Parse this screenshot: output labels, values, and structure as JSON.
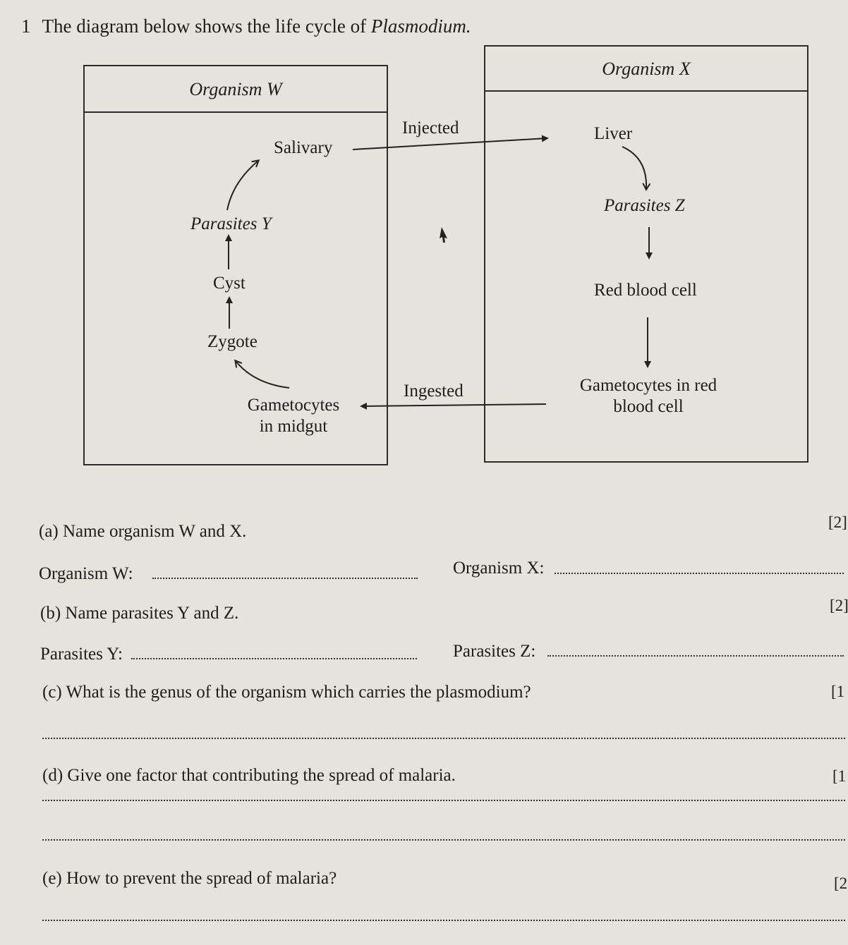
{
  "question": {
    "number": "1",
    "intro": "The diagram below shows the life cycle of",
    "organism": "Plasmodium."
  },
  "diagram": {
    "box_w": {
      "title": "Organism W",
      "salivary": "Salivary",
      "parasites_y": "Parasites Y",
      "cyst": "Cyst",
      "zygote": "Zygote",
      "gametocytes_line1": "Gametocytes",
      "gametocytes_line2": "in midgut"
    },
    "box_x": {
      "title": "Organism X",
      "liver": "Liver",
      "parasites_z": "Parasites Z",
      "red_blood_cell": "Red blood cell",
      "gametocytes_line1": "Gametocytes in red",
      "gametocytes_line2": "blood cell"
    },
    "injected": "Injected",
    "ingested": "Ingested"
  },
  "parts": {
    "a": {
      "text": "(a) Name organism W and X.",
      "marks": "[2]",
      "answer1_label": "Organism W:",
      "answer2_label": "Organism X:"
    },
    "b": {
      "text": "(b) Name parasites Y and Z.",
      "marks": "[2]",
      "answer1_label": "Parasites Y:",
      "answer2_label": "Parasites Z:"
    },
    "c": {
      "text": "(c) What is the genus of the organism which carries the plasmodium?",
      "marks": "[1"
    },
    "d": {
      "text": "(d) Give one factor that contributing the spread of malaria.",
      "marks": "[1"
    },
    "e": {
      "text": "(e) How to prevent the spread of malaria?",
      "marks": "[2"
    }
  }
}
